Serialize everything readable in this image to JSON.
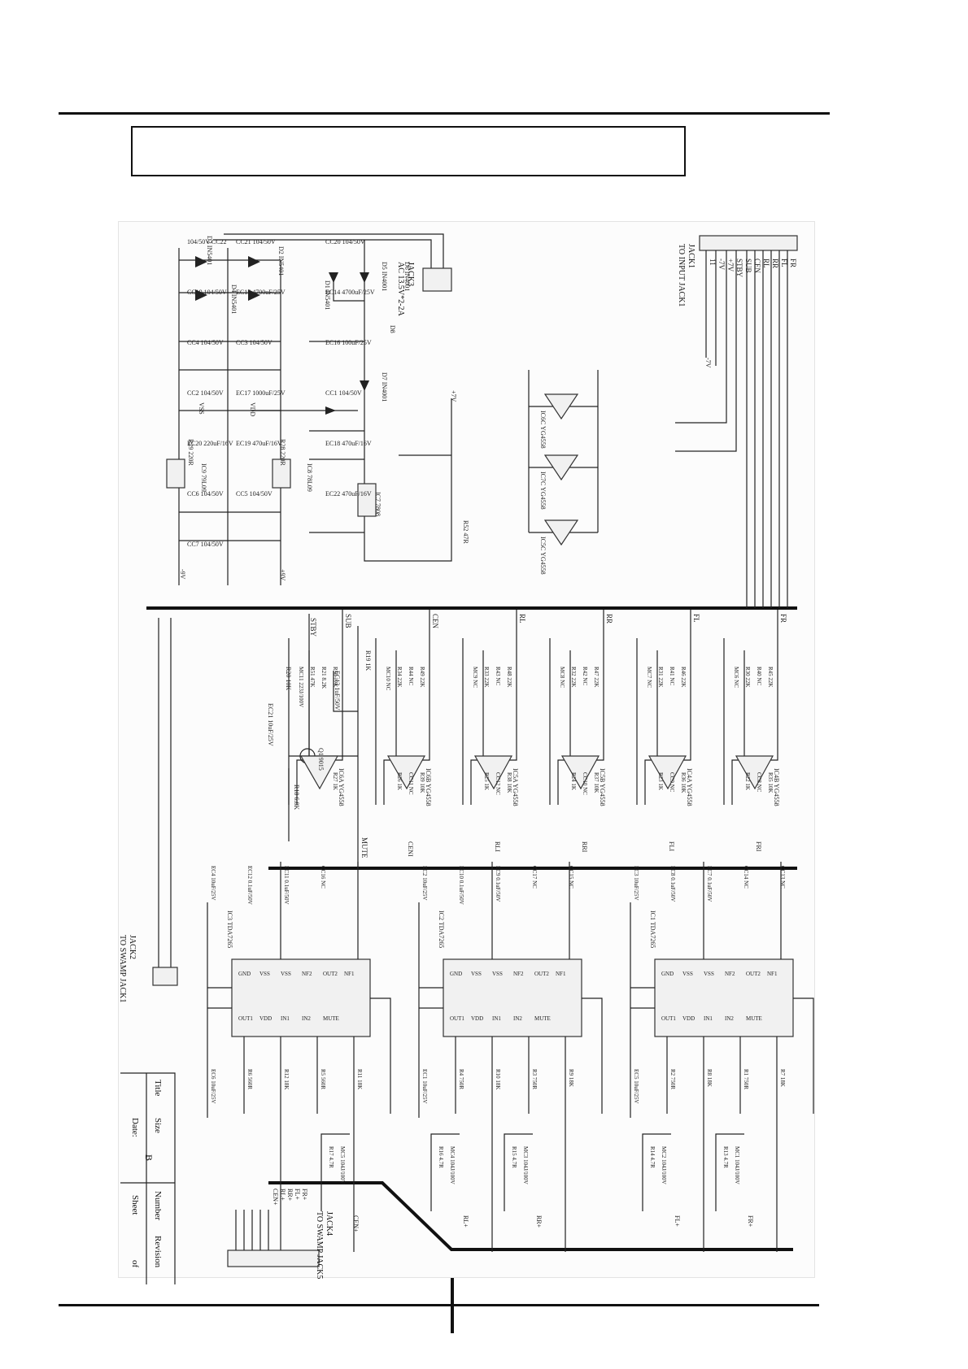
{
  "jacks": {
    "jack1": {
      "name": "JACK1",
      "desc": "TO INPUT JACK1",
      "pins": [
        "FR",
        "FL",
        "RR",
        "RL",
        "CEN",
        "SUB",
        "STBY",
        "+7V",
        "-7V",
        "11"
      ]
    },
    "jack2": {
      "name": "JACK2",
      "desc": "TO SWAMP JACK1"
    },
    "jack3": {
      "name": "JACK3",
      "desc": "AC 13.5V*2-2A"
    },
    "jack4": {
      "name": "JACK4",
      "desc": "TO SWAMP JACK5",
      "pins": [
        "FR+",
        "FL+",
        "RR+",
        "RL+",
        "CEN+"
      ]
    }
  },
  "power": {
    "diodes": [
      "D2 IN5401",
      "D3 IN5401",
      "D4 IN5401",
      "D1 IN5401",
      "D5 IN4001",
      "D6 IN4001",
      "D7 IN4001",
      "D8"
    ],
    "caps": [
      "104/50V CC22",
      "CC21 104/50V",
      "CC20 104/50V",
      "CC19 104/50V",
      "EC15 4700uF/25V",
      "EC14 4700uF/25V",
      "CC4 104/50V",
      "CC3 104/50V",
      "EC16 100uF/25V",
      "CC2 104/50V",
      "EC17 1000uF/25V",
      "CC1 104/50V",
      "EC20 220uF/16V",
      "EC19 470uF/16V",
      "EC18 470uF/16V",
      "CC6 104/50V",
      "CC5 104/50V",
      "EC22 470uF/16V",
      "CC7 104/50V"
    ],
    "resistors": [
      "R29 220R",
      "R28 220R",
      "R52 47R"
    ],
    "regulators": [
      "IC9 79L09",
      "IC8 78L09",
      "IC7 7808"
    ],
    "rails": [
      "-9V",
      "+9V",
      "VSS",
      "VDD",
      "+7V",
      "-7V"
    ]
  },
  "opamp_power": [
    "IC6C YG4558",
    "IC7C YG4558",
    "IC5C YG4558"
  ],
  "opamp_stages": [
    {
      "net": "FR",
      "ic": "IC4B YG4558",
      "parts": [
        "R45 22K",
        "R40 NC",
        "R30 22K",
        "MC6 NC",
        "R35 10K",
        "CC8 NC",
        "R22 1K"
      ],
      "out": "FRI"
    },
    {
      "net": "FL",
      "ic": "IC4A YG4558",
      "parts": [
        "R46 22K",
        "R41 NC",
        "R31 22K",
        "MC7 NC",
        "R36 10K",
        "CC9 NC",
        "R23 1K"
      ],
      "out": "FLI"
    },
    {
      "net": "RR",
      "ic": "IC5B YG4558",
      "parts": [
        "R47 22K",
        "R42 NC",
        "R32 22K",
        "MC8 NC",
        "R37 10K",
        "CC10 NC",
        "R24 1K"
      ],
      "out": "RRI"
    },
    {
      "net": "RL",
      "ic": "IC5A YG4558",
      "parts": [
        "R48 22K",
        "R43 NC",
        "R33 22K",
        "MC9 NC",
        "R38 10K",
        "CC12 NC",
        "R25 1K"
      ],
      "out": "RLI"
    },
    {
      "net": "CEN",
      "ic": "IC6B YG4558",
      "parts": [
        "R49 22K",
        "R44 NC",
        "R34 22K",
        "MC10 NC",
        "R39 10K",
        "CC11 NC",
        "R26 1K"
      ],
      "out": "CENI"
    },
    {
      "net": "SUB",
      "ic": "IC6A YG4558",
      "parts": [
        "R50 22K",
        "R21 8.2K",
        "R51 47K",
        "MC11 223J/100V",
        "R27 1K"
      ],
      "out": ""
    }
  ],
  "standby": {
    "net": "STBY",
    "parts": [
      "R20 10K",
      "Q1 9015",
      "R18 6.8K",
      "EC21 10uF/25V",
      "EC13 1uF/50V",
      "R19 1K"
    ],
    "out": "MUTE"
  },
  "amps": [
    {
      "ic": "IC3 TDA7265",
      "pins": [
        "GND",
        "VSS",
        "VSS",
        "NF2",
        "OUT2",
        "NF1",
        "OUT1",
        "VDD",
        "IN1",
        "IN2",
        "MUTE"
      ],
      "parts": [
        "EC6 10uF/25V",
        "R6 560R",
        "R12 18K",
        "R5 560R",
        "R11 18K",
        "EC4 10uF/25V",
        "EC12 0.1uF/50V",
        "EC11 0.1uF/50V",
        "CC16 NC"
      ]
    },
    {
      "ic": "IC2 TDA7265",
      "pins": [
        "GND",
        "VSS",
        "VSS",
        "NF2",
        "OUT2",
        "NF1",
        "OUT1",
        "VDD",
        "IN1",
        "IN2",
        "MUTE"
      ],
      "parts": [
        "EC1 10uF/25V",
        "R4 750R",
        "R10 18K",
        "R3 750R",
        "R9 18K",
        "EC2 10uF/25V",
        "EC10 0.1uF/50V",
        "EC9 0.1uF/50V",
        "CC17 NC",
        "CC15 NC"
      ]
    },
    {
      "ic": "IC1 TDA7265",
      "pins": [
        "GND",
        "VSS",
        "VSS",
        "NF2",
        "OUT2",
        "NF1",
        "OUT1",
        "VDD",
        "IN1",
        "IN2",
        "MUTE"
      ],
      "parts": [
        "EC5 10uF/25V",
        "R2 750R",
        "R8 18K",
        "R1 750R",
        "R7 18K",
        "EC3 10uF/25V",
        "EC8 0.1uF/50V",
        "EC7 0.1uF/50V",
        "CC14 NC",
        "CC13 NC"
      ]
    }
  ],
  "zobel": [
    {
      "parts": [
        "R17 4.7R",
        "MC5 104J/100V"
      ],
      "out": "CEN+"
    },
    {
      "parts": [
        "R16 4.7R",
        "MC4 104J/100V"
      ],
      "out": "RL+"
    },
    {
      "parts": [
        "R15 4.7R",
        "MC3 104J/100V"
      ],
      "out": "RR+"
    },
    {
      "parts": [
        "R14 4.7R",
        "MC2 104J/100V"
      ],
      "out": "FL+"
    },
    {
      "parts": [
        "R13 4.7R",
        "MC1 104J/100V"
      ],
      "out": "FR+"
    }
  ],
  "title_block": {
    "title": "Title",
    "size_label": "Size",
    "size_value": "B",
    "number": "Number",
    "revision": "Revision",
    "date": "Date:",
    "sheet": "Sheet",
    "of": "of"
  }
}
